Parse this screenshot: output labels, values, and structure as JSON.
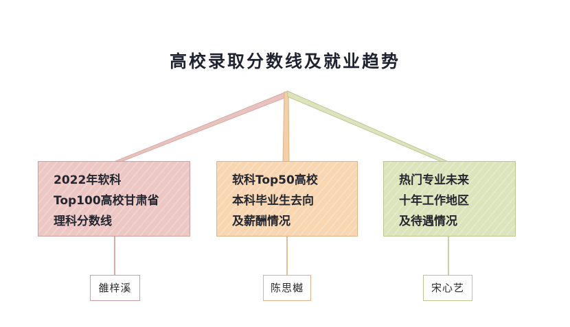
{
  "title": "高校录取分数线及就业趋势",
  "branches": [
    {
      "lines": [
        "2022年软科",
        "Top100高校甘肃省",
        "理科分数线"
      ],
      "author": "雒梓溪",
      "color": "#ecc7c3"
    },
    {
      "lines": [
        "软科Top50高校",
        "本科毕业生去向",
        "及薪酬情况"
      ],
      "author": "陈思樾",
      "color": "#f7d6b1"
    },
    {
      "lines": [
        "热门专业未来",
        "十年工作地区",
        "及待遇情况"
      ],
      "author": "宋心艺",
      "color": "#dce4bc"
    }
  ]
}
